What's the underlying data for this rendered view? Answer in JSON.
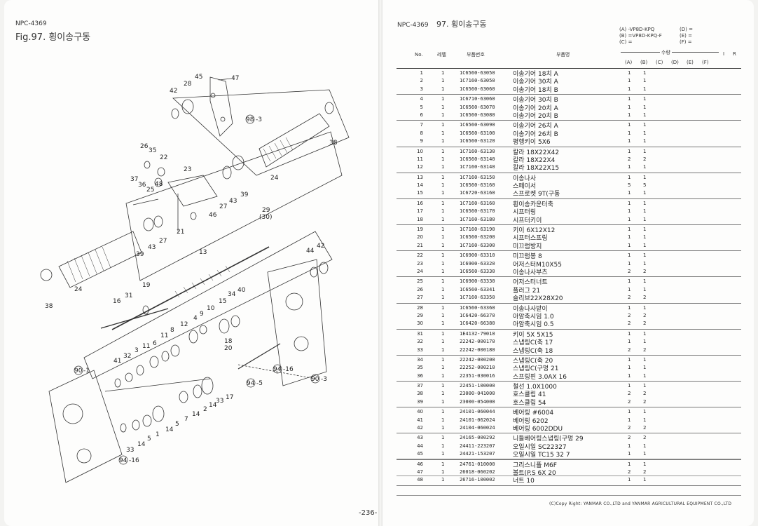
{
  "left_page": {
    "code": "NPC-4369",
    "fig_title": "Fig.97.  횡이송구동",
    "callouts": {
      "c47": "47",
      "c45": "45",
      "c28": "28",
      "c42a": "42",
      "c98": "98",
      "c98s": "-3",
      "c38a": "38",
      "c26": "26",
      "c35": "35",
      "c22": "22",
      "c23": "23",
      "c24a": "24",
      "c37": "37",
      "c36": "36",
      "c25": "25",
      "c48": "48",
      "c39a": "39",
      "c43a": "43",
      "c27a": "27",
      "c46": "46",
      "c21": "21",
      "c29": "29",
      "c30": "(30)",
      "c39b": "39",
      "c43b": "43",
      "c27b": "27",
      "c13": "13",
      "c44": "44",
      "c42b": "42",
      "c24b": "24",
      "c38b": "38",
      "c31": "31",
      "c19": "19",
      "c16": "16",
      "c34": "34",
      "c40": "40",
      "c15": "15",
      "c10": "10",
      "c9": "9",
      "c4": "4",
      "c12": "12",
      "c8": "8",
      "c11a": "11",
      "c6": "6",
      "c3": "3",
      "c11b": "11",
      "c32": "32",
      "c41": "41",
      "c18": "18",
      "c20": "20",
      "c94a": "94",
      "c94as": "-16",
      "c90a": "90",
      "c90as": "-1",
      "c90b": "90",
      "c90bs": "-3",
      "c94b": "94",
      "c94bs": "-5",
      "c17": "17",
      "c33a": "33",
      "c14a": "14",
      "c2": "2",
      "c7": "7",
      "c14b": "14",
      "c5a": "5",
      "c14c": "14",
      "c1": "1",
      "c5b": "5",
      "c14d": "14",
      "c33b": "33",
      "c94c": "94",
      "c94cs": "-16"
    }
  },
  "right_page": {
    "code": "NPC-4369",
    "fig_title": "97.  횡이송구동",
    "models": [
      {
        "left": "(A) -VP8D-KPQ",
        "right": "(D) ="
      },
      {
        "left": "(B) =VP8D-KPQ-F",
        "right": "(E) ="
      },
      {
        "left": "(C) =",
        "right": "(F) ="
      }
    ],
    "headers": {
      "no": "No.",
      "level": "레벨",
      "part_no": "부품번호",
      "part_name": "부품명",
      "qty": "수량",
      "remark": "I",
      "r": "R",
      "cols": [
        "(A)",
        "(B)",
        "(C)",
        "(D)",
        "(E)",
        "(F)"
      ]
    },
    "groups": [
      [
        [
          "1",
          "1",
          "1C6560-63050",
          "이송기어 18치 A",
          "1",
          "1"
        ],
        [
          "2",
          "1",
          "1C7160-63050",
          "이송기어 30치 A",
          "1",
          "1"
        ],
        [
          "3",
          "1",
          "1C6560-63060",
          "이송기어 18치 B",
          "1",
          "1"
        ]
      ],
      [
        [
          "4",
          "1",
          "1C6710-63060",
          "이송기어 30치 B",
          "1",
          "1"
        ],
        [
          "5",
          "1",
          "1C6560-63070",
          "이송기어 20치 A",
          "1",
          "1"
        ],
        [
          "6",
          "1",
          "1C6560-63080",
          "이송기어 20치 B",
          "1",
          "1"
        ]
      ],
      [
        [
          "7",
          "1",
          "1C6560-63090",
          "이송기어 26치 A",
          "1",
          "1"
        ],
        [
          "8",
          "1",
          "1C6560-63100",
          "이송기어 26치 B",
          "1",
          "1"
        ],
        [
          "9",
          "1",
          "1C6560-63120",
          "평행키이  5X6",
          "1",
          "1"
        ]
      ],
      [
        [
          "10",
          "1",
          "1C7160-63130",
          "칼라 18X22X42",
          "1",
          "1"
        ],
        [
          "11",
          "1",
          "1C6560-63140",
          "칼라 18X22X4",
          "2",
          "2"
        ],
        [
          "12",
          "1",
          "1C7160-63140",
          "칼라 18X22X15",
          "1",
          "1"
        ]
      ],
      [
        [
          "13",
          "1",
          "1C7160-63150",
          "이송나사",
          "1",
          "1"
        ],
        [
          "14",
          "1",
          "1C6560-63160",
          "스페이서",
          "5",
          "5"
        ],
        [
          "15",
          "1",
          "1C6720-63160",
          "스프로켓 9T(구동",
          "1",
          "1"
        ]
      ],
      [
        [
          "16",
          "1",
          "1C7160-63160",
          "횡이송카운터축",
          "1",
          "1"
        ],
        [
          "17",
          "1",
          "1C6560-63170",
          "시프터링",
          "1",
          "1"
        ],
        [
          "18",
          "1",
          "1C7160-63180",
          "시프터키이",
          "1",
          "1"
        ]
      ],
      [
        [
          "19",
          "1",
          "1C7160-63190",
          "키이 6X12X12",
          "1",
          "1"
        ],
        [
          "20",
          "1",
          "1C6560-63200",
          "시프터스프링",
          "1",
          "1"
        ],
        [
          "21",
          "1",
          "1C7160-63300",
          "미끄럼방지",
          "1",
          "1"
        ]
      ],
      [
        [
          "22",
          "1",
          "1C6900-63310",
          "미끄럼봉 8",
          "1",
          "1"
        ],
        [
          "23",
          "1",
          "1C6900-63320",
          "어저스터M10X55",
          "1",
          "1"
        ],
        [
          "24",
          "1",
          "1C6560-63330",
          "이송나사부츠",
          "2",
          "2"
        ]
      ],
      [
        [
          "25",
          "1",
          "1C6900-63330",
          "어저스터너트",
          "1",
          "1"
        ],
        [
          "26",
          "1",
          "1C6560-63341",
          "플러그 21",
          "1",
          "1"
        ],
        [
          "27",
          "1",
          "1C7160-63350",
          "슬리브22X28X20",
          "2",
          "2"
        ]
      ],
      [
        [
          "28",
          "1",
          "1C6560-63360",
          "이송나사받이",
          "1",
          "1"
        ],
        [
          "29",
          "1",
          "1C6420-66370",
          "아암축시임 1.0",
          "2",
          "2"
        ],
        [
          "30",
          "1",
          "1C6420-66380",
          "아암축시임 0.5",
          "2",
          "2"
        ]
      ],
      [
        [
          "31",
          "1",
          "1E4132-79010",
          "키이 5X 5X15",
          "1",
          "1"
        ],
        [
          "32",
          "1",
          "22242-000170",
          "스냅링C(축  17",
          "1",
          "1"
        ],
        [
          "33",
          "1",
          "22242-000180",
          "스냅링C(축  18",
          "2",
          "2"
        ]
      ],
      [
        [
          "34",
          "1",
          "22242-000200",
          "스냅링C(축  20",
          "1",
          "1"
        ],
        [
          "35",
          "1",
          "22252-000210",
          "스냅링C(구멍  21",
          "1",
          "1"
        ],
        [
          "36",
          "1",
          "22351-030016",
          "스프링핀 3.0AX 16",
          "1",
          "1"
        ]
      ],
      [
        [
          "37",
          "1",
          "22451-100000",
          "철선 1.0X1000",
          "1",
          "1"
        ],
        [
          "38",
          "1",
          "23000-041000",
          "호스클립  41",
          "2",
          "2"
        ],
        [
          "39",
          "1",
          "23000-054000",
          "호스클립  54",
          "2",
          "2"
        ]
      ],
      [
        [
          "40",
          "1",
          "24101-060044",
          "베어링 #6004",
          "1",
          "1"
        ],
        [
          "41",
          "1",
          "24101-062024",
          "베어링 6202",
          "1",
          "1"
        ],
        [
          "42",
          "1",
          "24104-060024",
          "베어링 6002DDU",
          "2",
          "2"
        ]
      ],
      [
        [
          "43",
          "1",
          "24165-000292",
          "니들베어링스냅링(구멍 29",
          "2",
          "2"
        ],
        [
          "44",
          "1",
          "24411-223207",
          "오일시일  SC22327",
          "1",
          "1"
        ],
        [
          "45",
          "1",
          "24421-153207",
          "오일시일  TC15 32 7",
          "1",
          "1"
        ]
      ],
      [
        [
          "46",
          "1",
          "24761-010000",
          "그리스니플  M6F",
          "1",
          "1"
        ],
        [
          "47",
          "1",
          "26018-060202",
          "볼트(P.S  6X 20",
          "2",
          "2"
        ],
        [
          "48",
          "1",
          "26716-100002",
          "너트 10",
          "1",
          "1"
        ]
      ]
    ],
    "copyright": "(C)Copy Right: YANMAR CO.,LTD and YANMAR AGRICULTURAL EQUIPMENT CO.,LTD",
    "page_number": "-236-"
  }
}
